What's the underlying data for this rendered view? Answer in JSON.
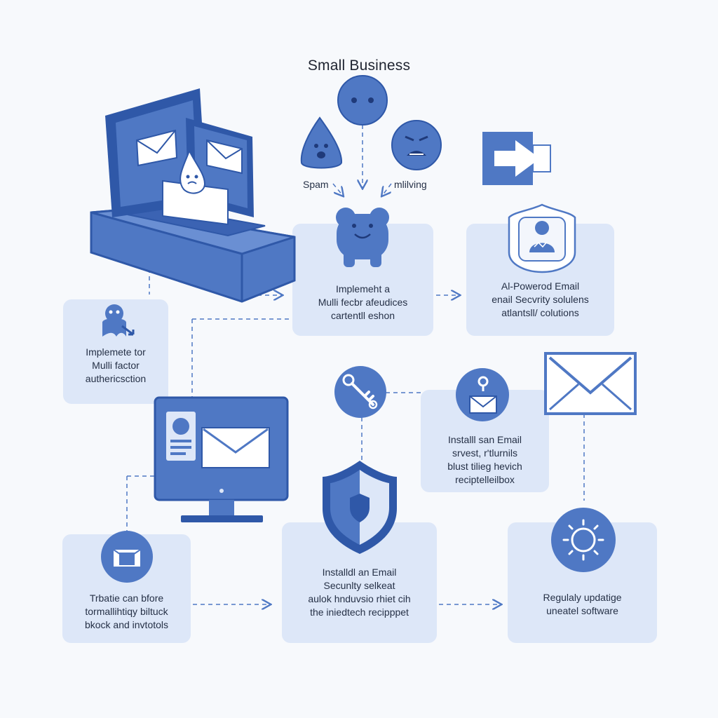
{
  "title": "Small Business",
  "threat_labels": {
    "spam": "Spam",
    "phishing": "mlilving"
  },
  "cards": {
    "mfa_left": {
      "lines": [
        "Implemete tor",
        "Mulli factor",
        "authericsction"
      ]
    },
    "mfa_center": {
      "lines": [
        "Implemeht a",
        "Mulli fecbr afeudices",
        "cartentll eshon"
      ]
    },
    "ai_solutions": {
      "lines": [
        "Al-Powerod Email",
        "enail Secvrity solulens",
        "atlantsll/ colutions"
      ]
    },
    "install_spam": {
      "lines": [
        "Installl san Email",
        "srvest, r'tlurnils",
        "blust tilieg hevich",
        "reciptelleilbox"
      ]
    },
    "train_staff": {
      "lines": [
        "Trbatie can bfore",
        "tormallihtiqy biltuck",
        "bkock and invtotols"
      ]
    },
    "install_security": {
      "lines": [
        "Installdl an Email",
        "Secunlty selkeat",
        "aulok hnduvsio rhiet cih",
        "the iniedtech recipppet"
      ]
    },
    "update_software": {
      "lines": [
        "Regulaly updatige",
        "uneatel software"
      ]
    }
  },
  "colors": {
    "primary": "#4f78c4",
    "dark": "#2f58a8",
    "card": "#dde7f8",
    "background": "#f7f9fc"
  },
  "icons": [
    "laptop-email-icon",
    "sad-face-icon",
    "scared-triangle-icon",
    "worried-face-icon",
    "back-arrow-icon",
    "friendly-bear-icon",
    "user-shield-icon",
    "hacker-icon",
    "key-icon",
    "envelope-circle-icon",
    "envelope-icon",
    "monitor-email-icon",
    "shield-icon",
    "camera-icon",
    "sun-icon"
  ]
}
